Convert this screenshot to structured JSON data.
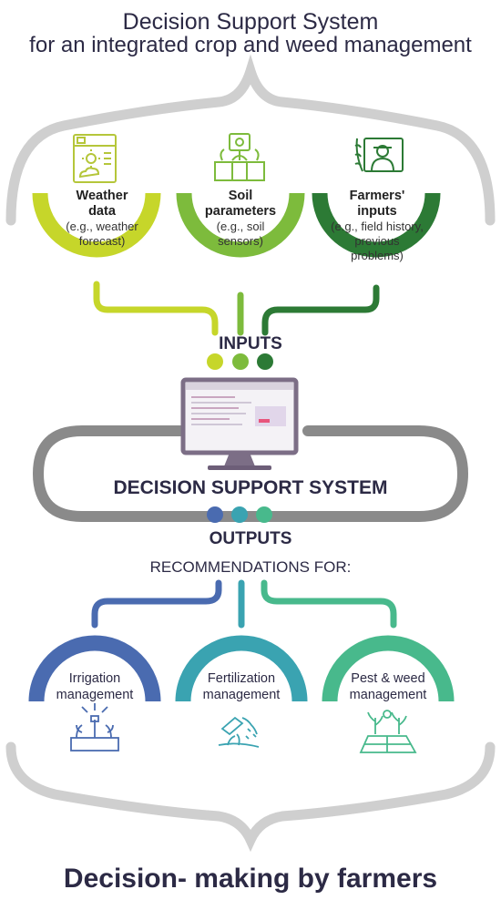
{
  "header": {
    "title_line1": "Decision Support System",
    "title_line2": "for an integrated crop and weed management"
  },
  "inputs": [
    {
      "title": "Weather data",
      "title_l1": "Weather",
      "title_l2": "data",
      "sub_l1": "(e.g., weather",
      "sub_l2": "forecast)",
      "sub_l3": "",
      "icon": "weather-calendar-icon",
      "color": "#c6d62a"
    },
    {
      "title": "Soil parameters",
      "title_l1": "Soil",
      "title_l2": "parameters",
      "sub_l1": "(e.g., soil",
      "sub_l2": "sensors)",
      "sub_l3": "",
      "icon": "soil-sensor-icon",
      "color": "#7dbb3c"
    },
    {
      "title": "Farmers' inputs",
      "title_l1": "Farmers'",
      "title_l2": "inputs",
      "sub_l1": "(e.g., field history,",
      "sub_l2": "previous",
      "sub_l3": "problems)",
      "icon": "farmer-icon",
      "color": "#2c7a35"
    }
  ],
  "inputs_label": "INPUTS",
  "dss_label": "DECISION SUPPORT SYSTEM",
  "outputs_label": "OUTPUTS",
  "recommendations_label": "RECOMMENDATIONS FOR:",
  "outputs": [
    {
      "label": "Irrigation management",
      "l1": "Irrigation",
      "l2": "management",
      "icon": "irrigation-sprinkler-icon",
      "color": "#4a6bb0"
    },
    {
      "label": "Fertilization management",
      "l1": "Fertilization",
      "l2": "management",
      "icon": "fertilizer-spray-icon",
      "color": "#3aa3b1"
    },
    {
      "label": "Pest & weed management",
      "l1": "Pest & weed",
      "l2": "management",
      "icon": "field-plants-icon",
      "color": "#48b98c"
    }
  ],
  "footer": "Decision- making by farmers",
  "colors": {
    "text": "#2c2a45",
    "brace": "#cfcfcf",
    "dss_loop": "#8a8a8a",
    "monitor": "#7c6e86"
  }
}
